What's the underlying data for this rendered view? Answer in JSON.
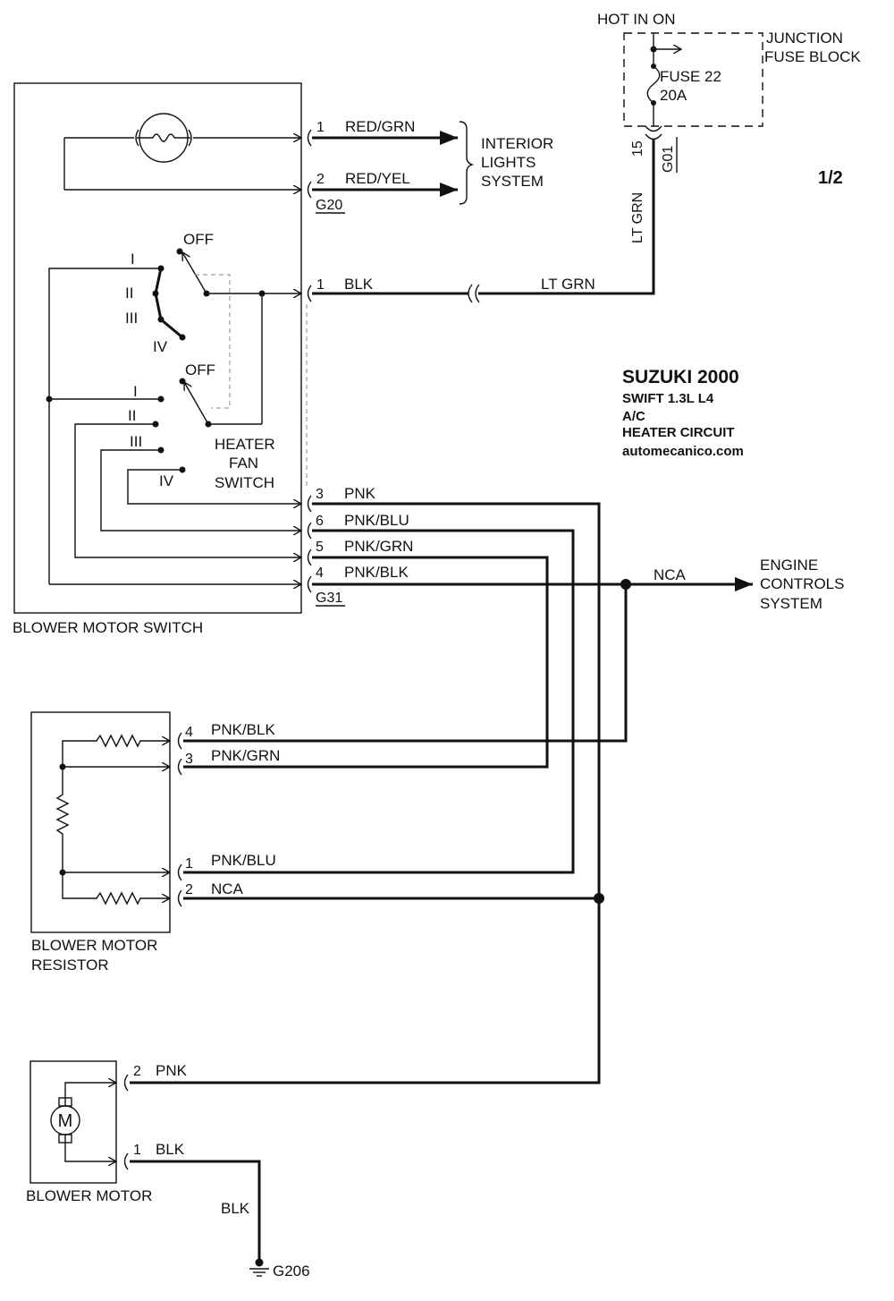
{
  "header": {
    "hot_label": "HOT IN ON",
    "junction_line1": "JUNCTION",
    "junction_line2": "FUSE BLOCK",
    "fuse_line1": "FUSE 22",
    "fuse_line2": "20A",
    "page_indicator": "1/2"
  },
  "title_block": {
    "make_year": "SUZUKI 2000",
    "model": "SWIFT   1.3L  L4",
    "system": "A/C",
    "circuit": "HEATER CIRCUIT",
    "site": "automecanico.com"
  },
  "connectors": {
    "g01_pin": "15",
    "g01_name": "G01",
    "g20_name": "G20",
    "g31_name": "G31",
    "ground_name": "G206"
  },
  "interior_lights": {
    "line1": "INTERIOR",
    "line2": "LIGHTS",
    "line3": "SYSTEM",
    "pin1": "1",
    "wire1": "RED/GRN",
    "pin2": "2",
    "wire2": "RED/YEL"
  },
  "switch": {
    "name": "BLOWER MOTOR SWITCH",
    "label_line1": "HEATER",
    "label_line2": "FAN",
    "label_line3": "SWITCH",
    "off": "OFF",
    "pos_1": "I",
    "pos_2": "II",
    "pos_3": "III",
    "pos_4": "IV"
  },
  "feed": {
    "pin": "1",
    "wire_in": "BLK",
    "wire_out": "LT GRN",
    "wire_vertical": "LT GRN"
  },
  "switch_outputs": [
    {
      "pin": "3",
      "wire": "PNK"
    },
    {
      "pin": "6",
      "wire": "PNK/BLU"
    },
    {
      "pin": "5",
      "wire": "PNK/GRN"
    },
    {
      "pin": "4",
      "wire": "PNK/BLK"
    }
  ],
  "engine": {
    "wire": "NCA",
    "line1": "ENGINE",
    "line2": "CONTROLS",
    "line3": "SYSTEM"
  },
  "resistor": {
    "name_line1": "BLOWER MOTOR",
    "name_line2": "RESISTOR",
    "pins": [
      {
        "pin": "4",
        "wire": "PNK/BLK"
      },
      {
        "pin": "3",
        "wire": "PNK/GRN"
      },
      {
        "pin": "1",
        "wire": "PNK/BLU"
      },
      {
        "pin": "2",
        "wire": "NCA"
      }
    ]
  },
  "motor": {
    "name": "BLOWER MOTOR",
    "symbol": "M",
    "pin2": "2",
    "wire2": "PNK",
    "pin1": "1",
    "wire1": "BLK",
    "ground_wire": "BLK"
  }
}
